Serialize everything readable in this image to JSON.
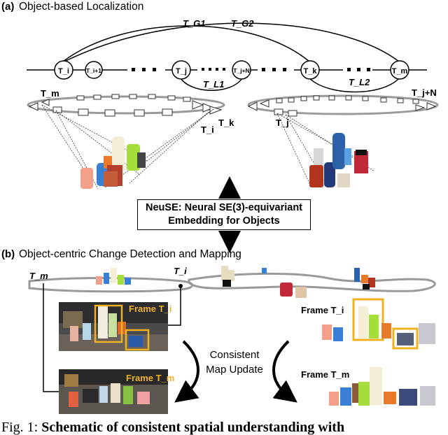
{
  "section_a": {
    "label": "(a)",
    "title": "Object-based Localization"
  },
  "section_b": {
    "label": "(b)",
    "title": "Object-centric Change Detection and Mapping"
  },
  "pose_graph": {
    "nodes": [
      "T_i",
      "T_i+1",
      "T_j",
      "T_j+N",
      "T_k",
      "T_m"
    ],
    "edges": {
      "g1": "T_G1",
      "g2": "T_G2",
      "l1": "T_L1",
      "l2": "T_L2"
    }
  },
  "trajectory_labels_a": {
    "left_start": "T_m",
    "left_mid1": "T_i",
    "left_mid2": "T_k",
    "right_start": "T_j+N",
    "right_mid": "T_j"
  },
  "neuse": {
    "line1": "NeuSE: Neural SE(3)-equivariant",
    "line2": "Embedding for Objects"
  },
  "trajectory_labels_b": {
    "left": "T_m",
    "mid": "T_i"
  },
  "frames": {
    "photo_top": "Frame T_i",
    "photo_bottom": "Frame T_m",
    "right_top": "Frame T_i",
    "right_bottom": "Frame T_m"
  },
  "center_text": {
    "line1": "Consistent",
    "line2": "Map Update"
  },
  "caption": {
    "prefix": "Fig. 1:",
    "bold": "Schematic of consistent spatial understanding with"
  },
  "colors": {
    "highlight": "#f0b020",
    "graph": "#000000",
    "trajectory": "#999999"
  }
}
